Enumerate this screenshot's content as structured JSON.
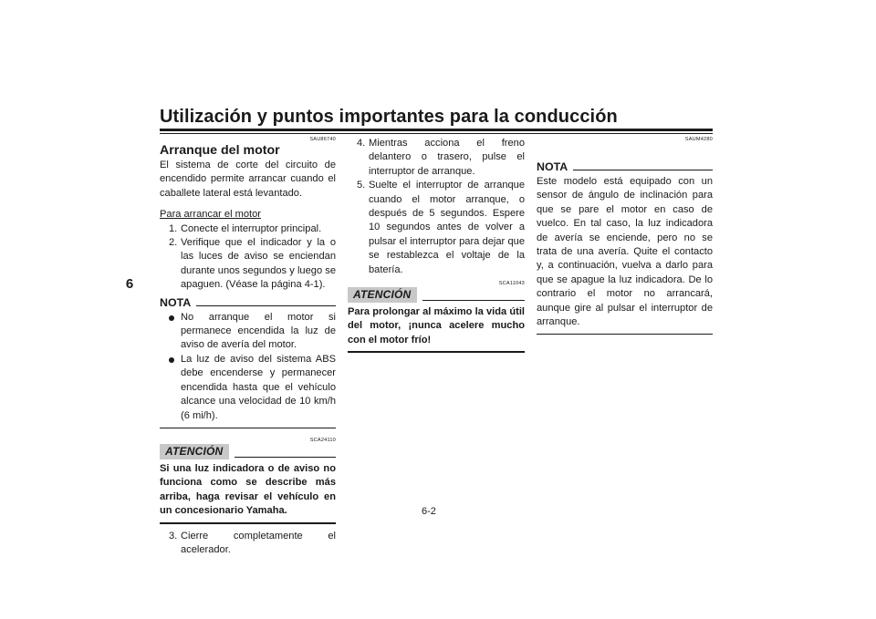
{
  "header": {
    "title": "Utilización y puntos importantes para la conducción"
  },
  "chapter_tab": "6",
  "column1": {
    "code": "SAU86740",
    "heading": "Arranque del motor",
    "intro": "El sistema de corte del circuito de encendido permite arrancar cuando el caballete lateral está levantado.",
    "subheading": "Para arrancar el motor",
    "steps": [
      {
        "num": "1.",
        "text": "Conecte el interruptor principal."
      },
      {
        "num": "2.",
        "text": "Verifique que el indicador y la o las luces de aviso se enciendan durante unos segundos y luego se apaguen. (Véase la página 4-1)."
      }
    ],
    "nota": {
      "label": "NOTA",
      "bullets": [
        "No arranque el motor si permanece encendida la luz de aviso de avería del motor.",
        "La luz de aviso del sistema ABS debe encenderse y permanecer encendida hasta que el vehículo alcance una velocidad de 10 km/h (6 mi/h)."
      ]
    },
    "caution": {
      "code": "SCA24110",
      "label": "ATENCIÓN",
      "text": "Si una luz indicadora o de aviso no funciona como se describe más arriba, haga revisar el vehículo en un concesionario Yamaha."
    },
    "step3": {
      "num": "3.",
      "text": "Cierre completamente el acelerador."
    }
  },
  "column2": {
    "steps": [
      {
        "num": "4.",
        "text": "Mientras acciona el freno delantero o trasero, pulse el interruptor de arranque."
      },
      {
        "num": "5.",
        "text": "Suelte el interruptor de arranque cuando el motor arranque, o después de 5 segundos. Espere 10 segundos antes de volver a pulsar el interruptor para dejar que se restablezca el voltaje de la batería."
      }
    ],
    "caution": {
      "code": "SCA11043",
      "label": "ATENCIÓN",
      "text": "Para prolongar al máximo la vida útil del motor, ¡nunca acelere mucho con el motor frío!"
    }
  },
  "column3": {
    "code": "SAUM4280",
    "nota": {
      "label": "NOTA",
      "text": "Este modelo está equipado con un sensor de ángulo de inclinación para que se pare el motor en caso de vuelco. En tal caso, la luz indicadora de avería se enciende, pero no se trata de una avería. Quite el contacto y, a continuación, vuelva a darlo para que se apague la luz indicadora. De lo contrario el motor no arrancará, aunque gire al pulsar el interruptor de arranque."
    }
  },
  "footer": {
    "page_number": "6-2"
  }
}
